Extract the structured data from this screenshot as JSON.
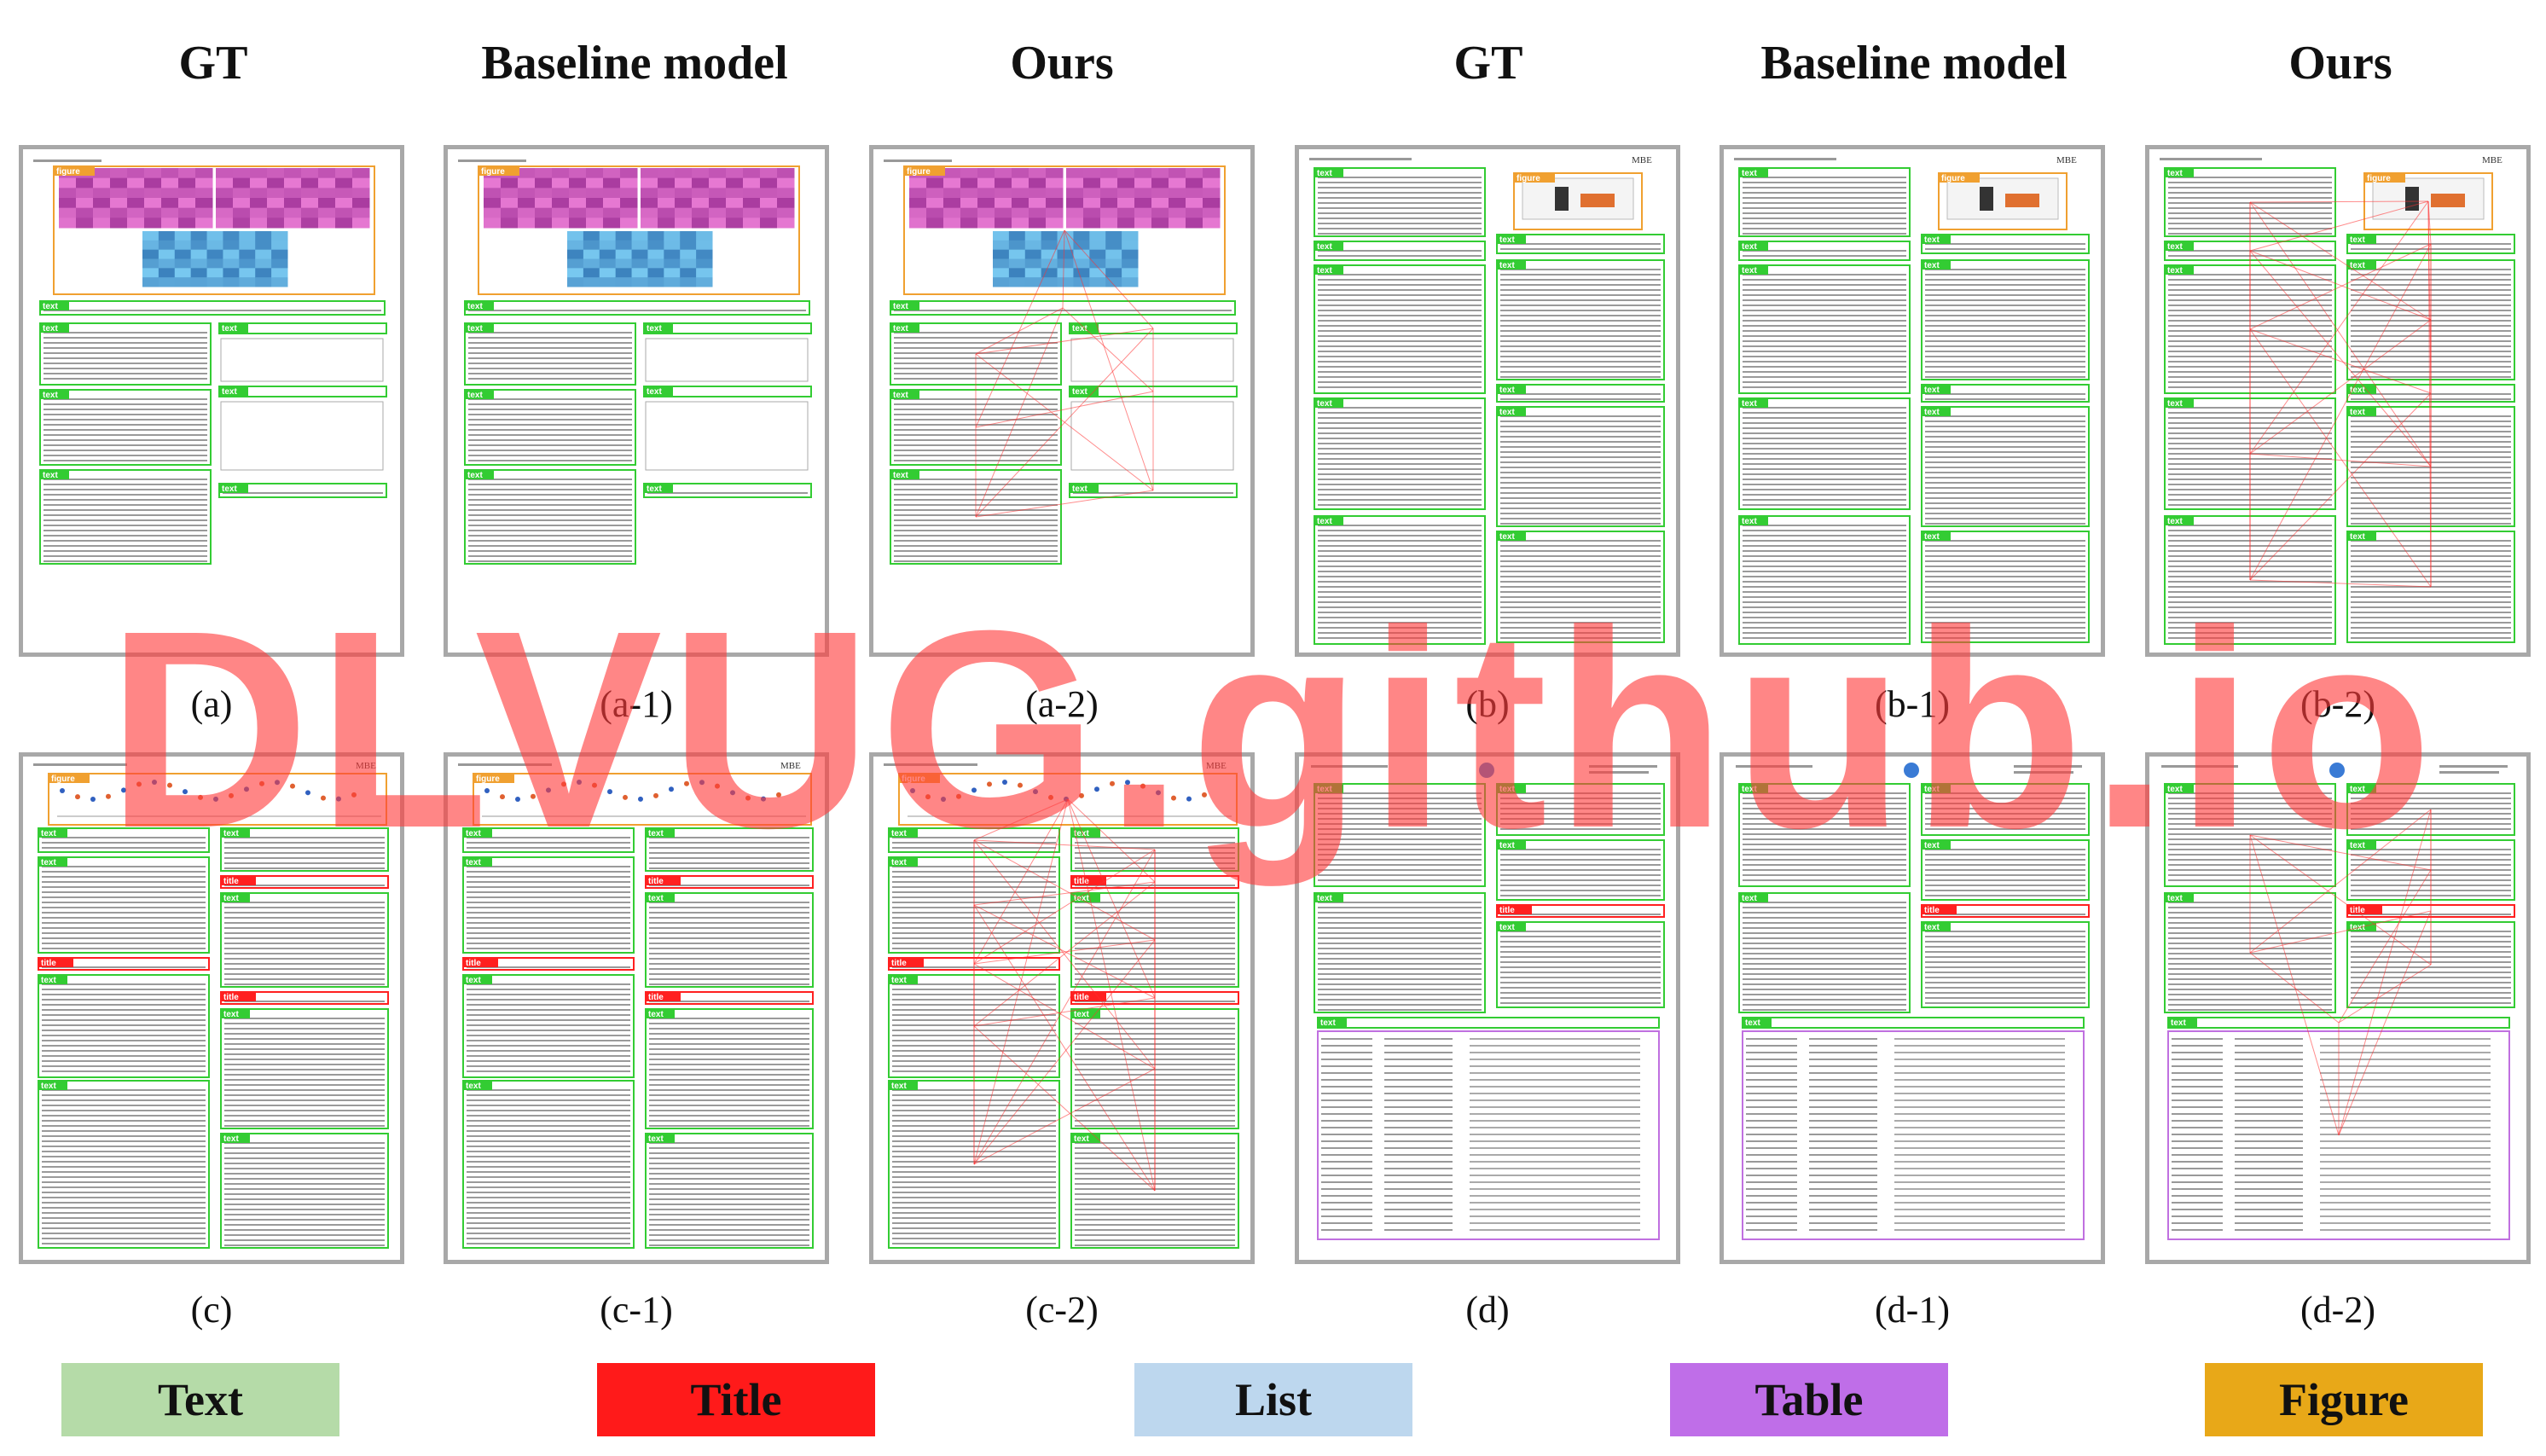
{
  "headers": [
    "GT",
    "Baseline model",
    "Ours",
    "GT",
    "Baseline model",
    "Ours"
  ],
  "captions_row1": [
    "(a)",
    "(a-1)",
    "(a-2)",
    "(b)",
    "(b-1)",
    "(b-2)"
  ],
  "captions_row2": [
    "(c)",
    "(c-1)",
    "(c-2)",
    "(d)",
    "(d-1)",
    "(d-2)"
  ],
  "legend": [
    {
      "label": "Text",
      "color": "#b5dba8"
    },
    {
      "label": "Title",
      "color": "#ff1a1a"
    },
    {
      "label": "List",
      "color": "#bdd7ee"
    },
    {
      "label": "Table",
      "color": "#bf6ee8"
    },
    {
      "label": "Figure",
      "color": "#e8a818"
    }
  ],
  "watermark": "DLVUG.github.io",
  "box_tags": {
    "figure": "figure",
    "text": "text",
    "title": "title"
  },
  "colors": {
    "text_box": "#33cc33",
    "figure_box": "#f0a030",
    "title_box": "#ff2020",
    "table_box": "#c070e0",
    "relation_line": "#ff3030",
    "panel_border": "#a8a8a8"
  }
}
